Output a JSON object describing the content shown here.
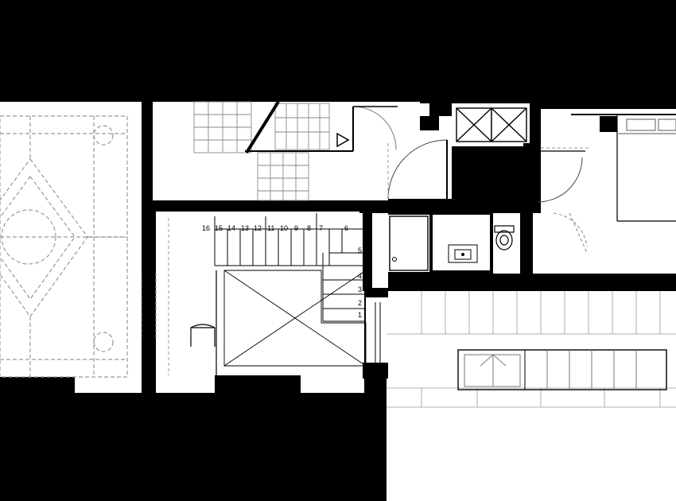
{
  "plan": {
    "upper_flight_numbers": [
      "16",
      "15",
      "14",
      "13",
      "12",
      "11",
      "10",
      "9",
      "8",
      "7",
      "6"
    ],
    "lower_flight_numbers": [
      "5",
      "4",
      "3",
      "2",
      "1"
    ]
  }
}
